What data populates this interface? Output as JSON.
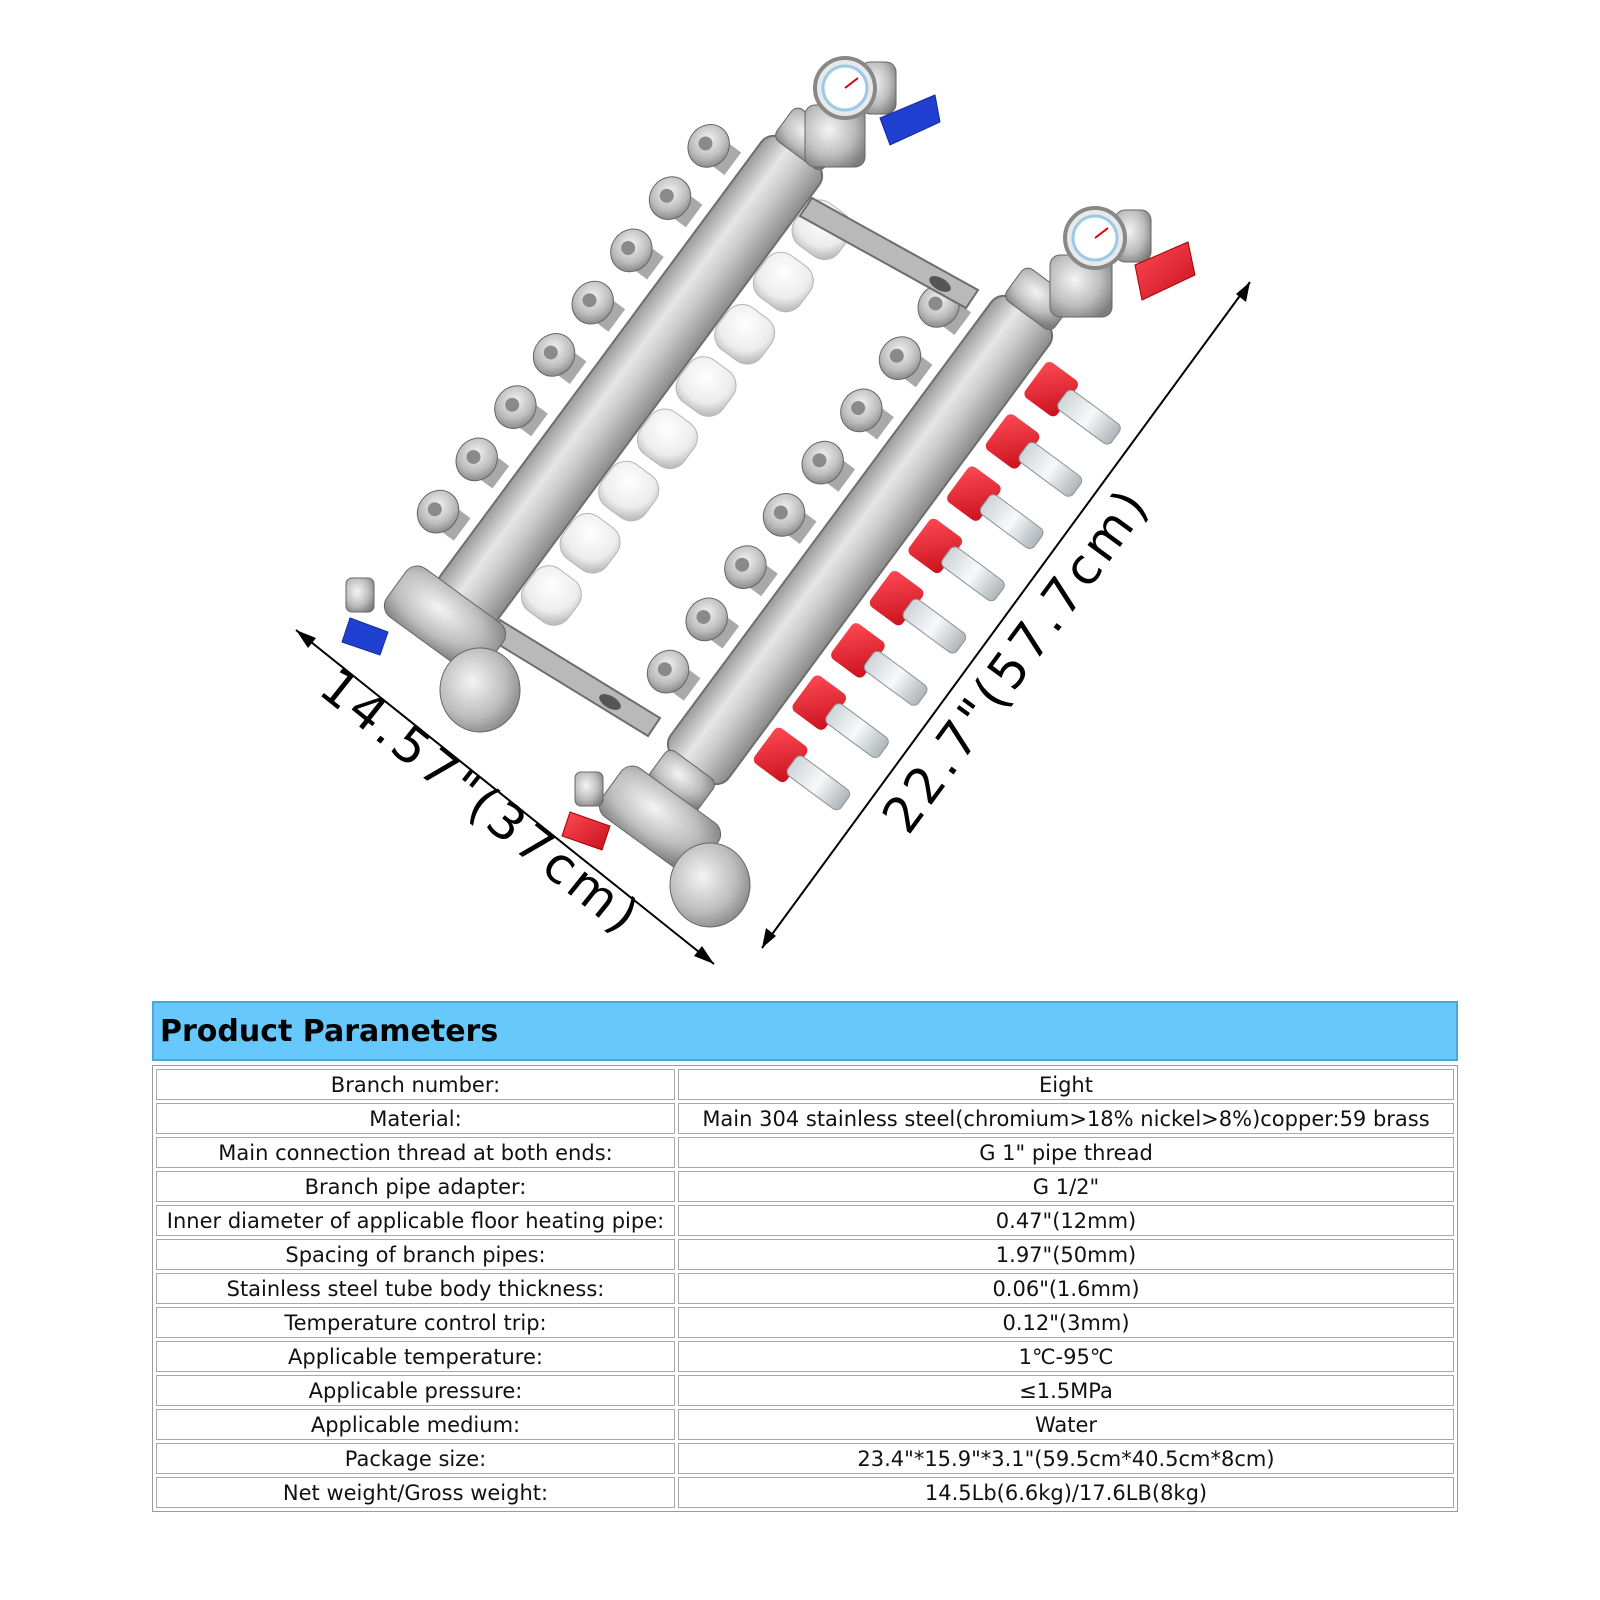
{
  "figure": {
    "width_label": "14.57\"(37cm)",
    "length_label": "22.7\"(57.7cm)"
  },
  "params": {
    "title": "Product Parameters",
    "rows": [
      {
        "name": "Branch number:",
        "value": "Eight"
      },
      {
        "name": "Material:",
        "value": "Main 304 stainless steel(chromium>18% nickel>8%)copper:59 brass"
      },
      {
        "name": "Main connection thread at both ends:",
        "value": "G 1\" pipe thread"
      },
      {
        "name": "Branch pipe adapter:",
        "value": "G 1/2\""
      },
      {
        "name": "Inner diameter of applicable floor heating pipe:",
        "value": "0.47\"(12mm)"
      },
      {
        "name": "Spacing of branch pipes:",
        "value": "1.97\"(50mm)"
      },
      {
        "name": "Stainless steel tube body thickness:",
        "value": "0.06\"(1.6mm)"
      },
      {
        "name": "Temperature control trip:",
        "value": "0.12\"(3mm)"
      },
      {
        "name": "Applicable temperature:",
        "value": "1℃-95℃"
      },
      {
        "name": "Applicable pressure:",
        "value": "≤1.5MPa"
      },
      {
        "name": "Applicable medium:",
        "value": "Water"
      },
      {
        "name": "Package size:",
        "value": "23.4\"*15.9\"*3.1\"(59.5cm*40.5cm*8cm)"
      },
      {
        "name": "Net weight/Gross weight:",
        "value": "14.5Lb(6.6kg)/17.6LB(8kg)"
      }
    ]
  }
}
